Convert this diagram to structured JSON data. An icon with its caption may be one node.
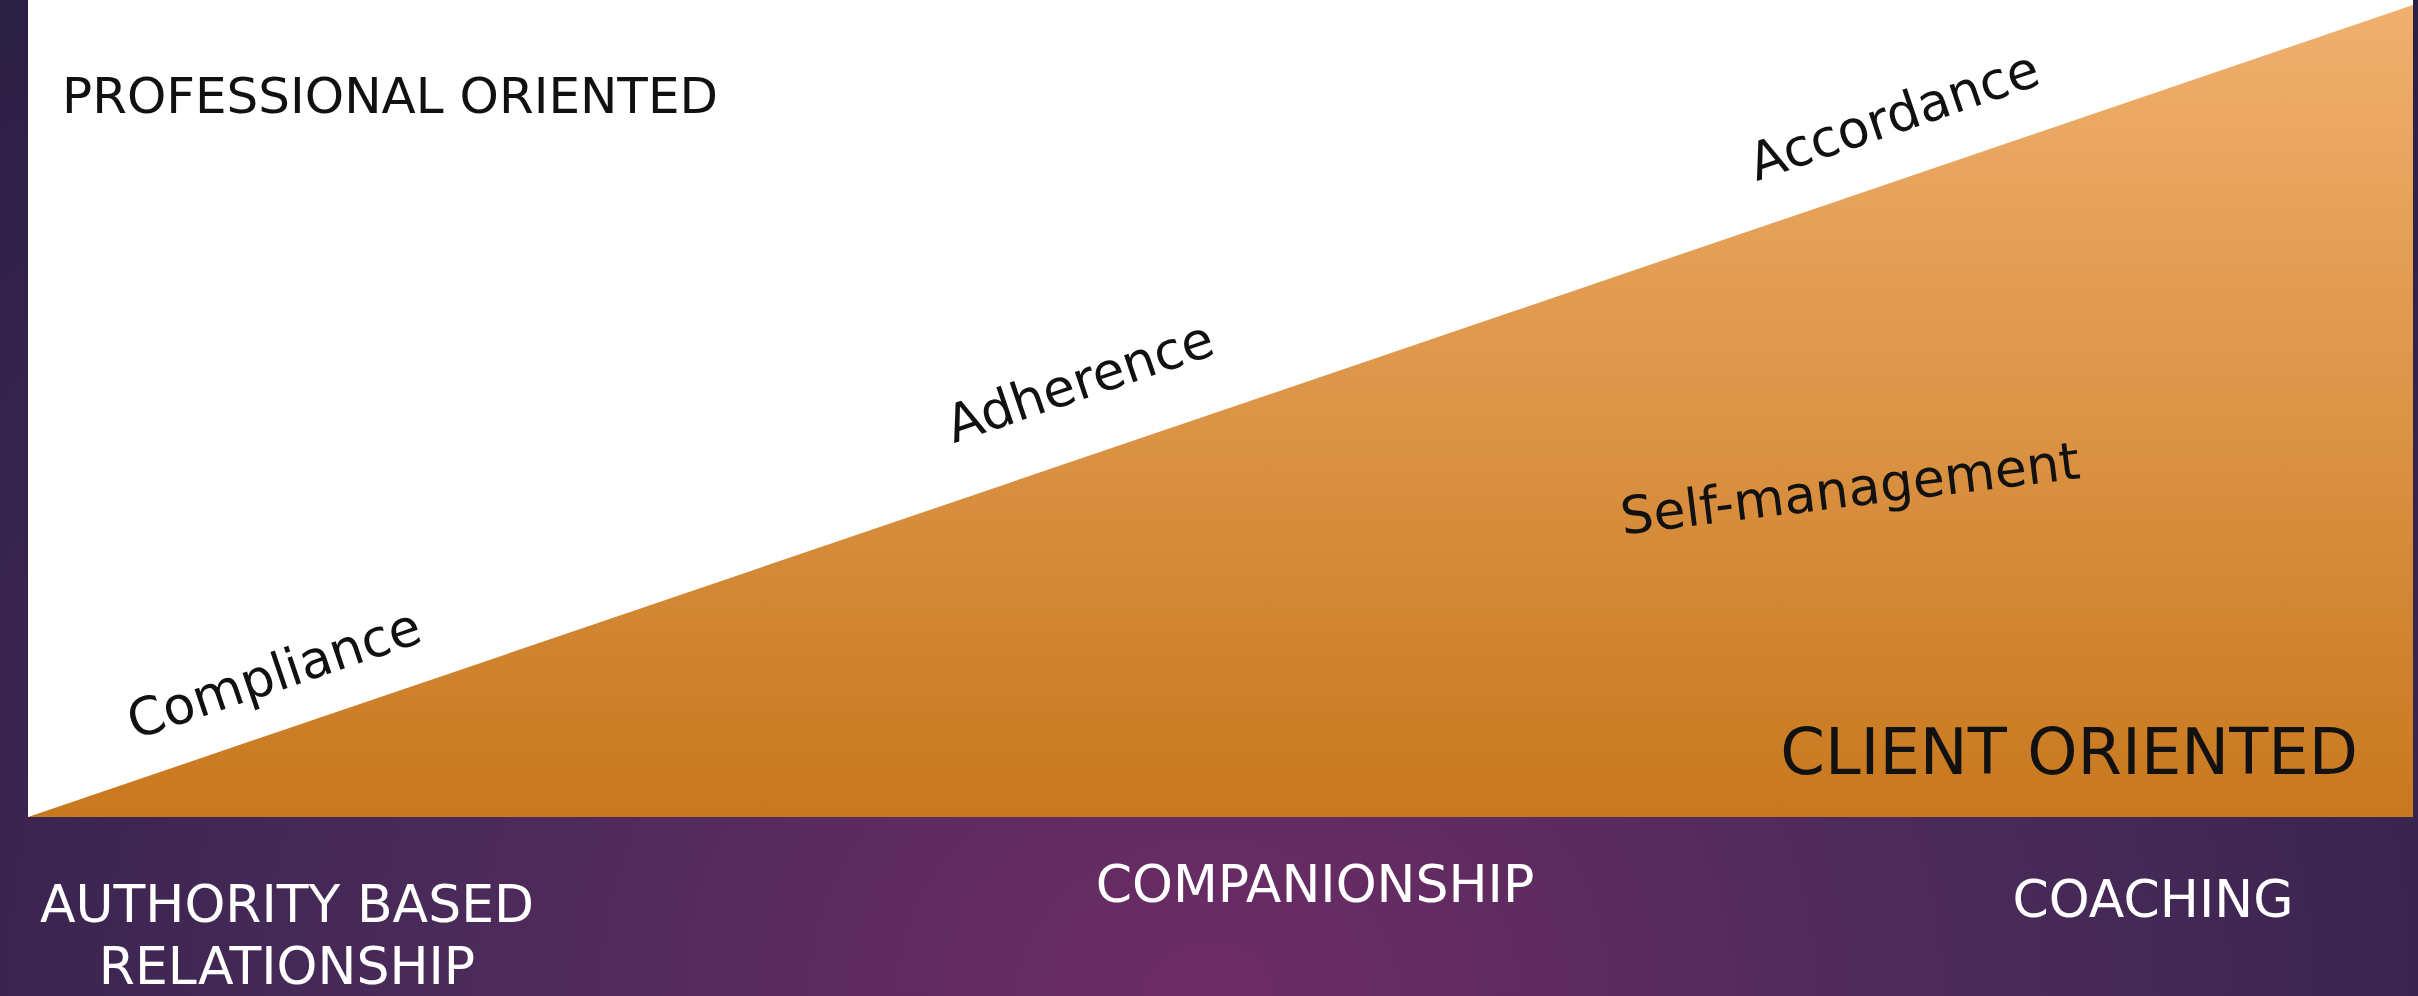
{
  "diagram": {
    "nodes": [
      {
        "text": [
          "PROFESSIONAL ORIENTED",
          "Compliance",
          "Adherence",
          "Accordance"
        ]
      },
      {
        "text": [
          "Self-management",
          "CLIENT ORIENTED"
        ],
        "in": 0
      }
    ],
    "labels": [
      "AUTHORITY BASED RELATIONSHIP",
      "COMPANIONSHIP",
      "COACHING"
    ]
  }
}
